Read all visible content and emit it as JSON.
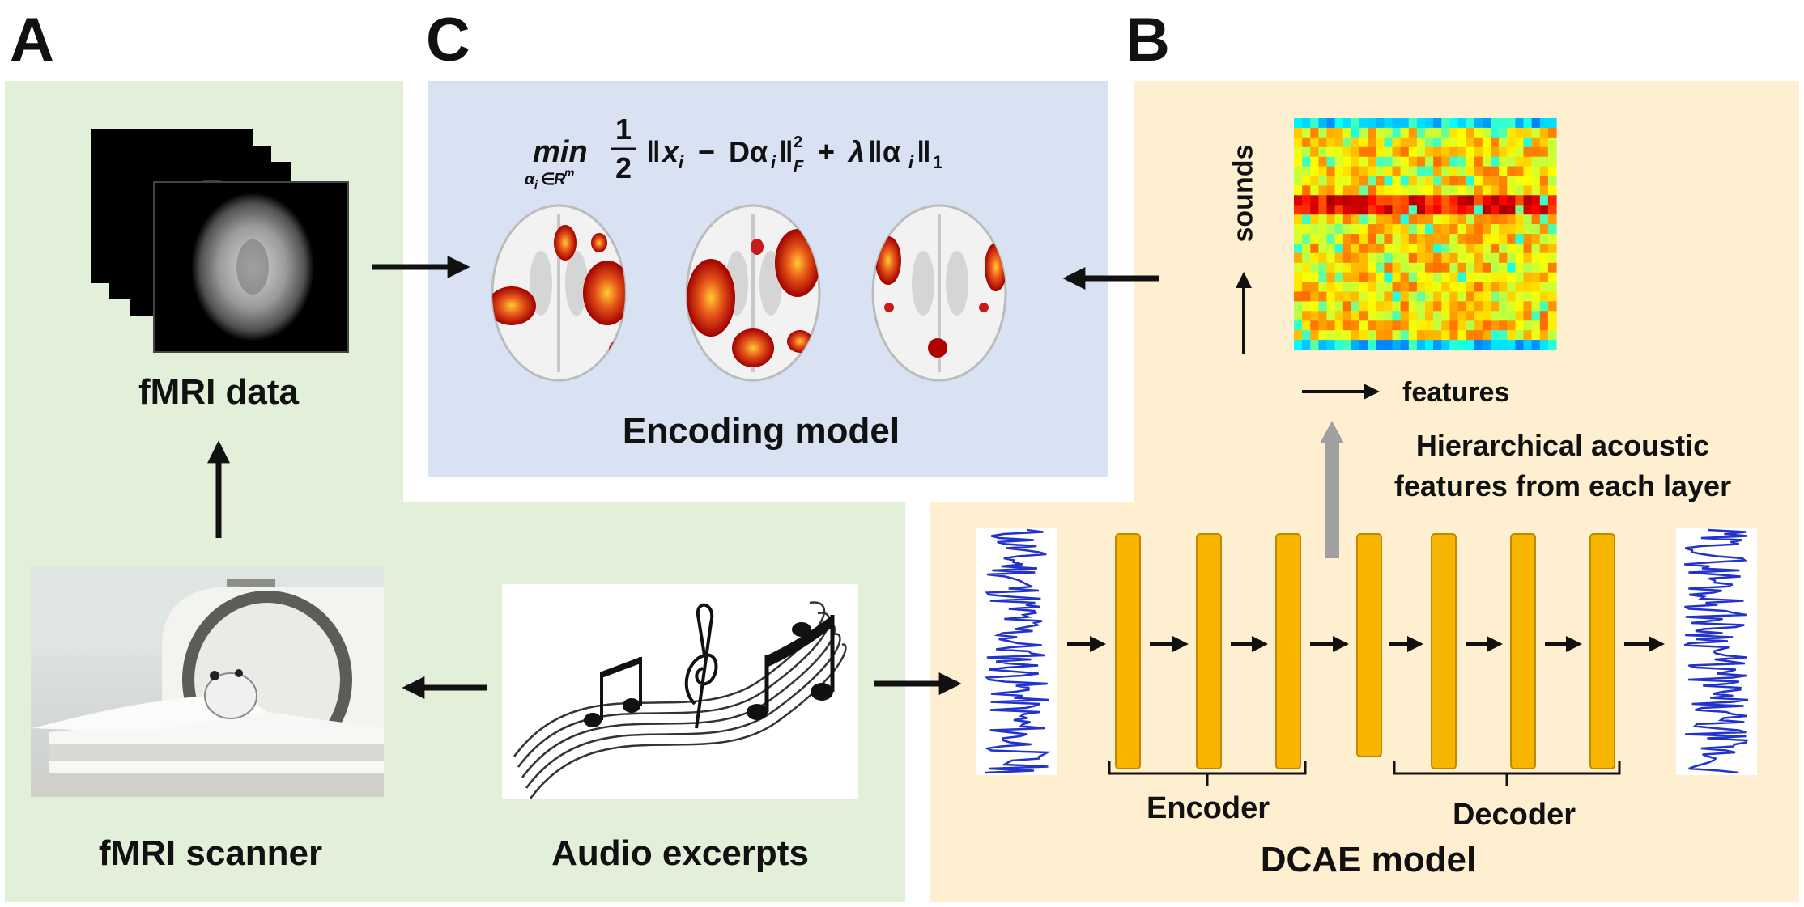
{
  "panels": {
    "a_letter": "A",
    "b_letter": "B",
    "c_letter": "C"
  },
  "panel_a": {
    "fmri_data_label": "fMRI data",
    "scanner_label": "fMRI scanner",
    "audio_label": "Audio excerpts"
  },
  "panel_c": {
    "title": "Encoding model"
  },
  "panel_b": {
    "sounds_label": "sounds",
    "features_label": "features",
    "hierarchical_line1": "Hierarchical acoustic",
    "hierarchical_line2": "features from each layer",
    "encoder_label": "Encoder",
    "decoder_label": "Decoder",
    "model_label": "DCAE model"
  },
  "colors": {
    "panel_a_bg": "#e2efd9",
    "panel_b_bg": "#fdefcf",
    "panel_c_bg": "#d9e2f2",
    "layer_fill": "#f7b500",
    "layer_stroke": "#c08a00",
    "waveform": "#2233cc",
    "upward_arrow": "#9a9a9a"
  }
}
